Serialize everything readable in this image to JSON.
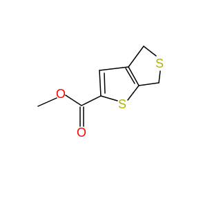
{
  "structure": {
    "atoms": {
      "carbonyl_oxygen": {
        "symbol": "O"
      },
      "ester_oxygen": {
        "symbol": "O"
      },
      "thiophene_sulfur": {
        "symbol": "S"
      },
      "ring_sulfur": {
        "symbol": "S"
      }
    },
    "colors": {
      "bond": "#000000",
      "oxygen": "#ff0000",
      "sulfur": "#b3b300"
    }
  }
}
